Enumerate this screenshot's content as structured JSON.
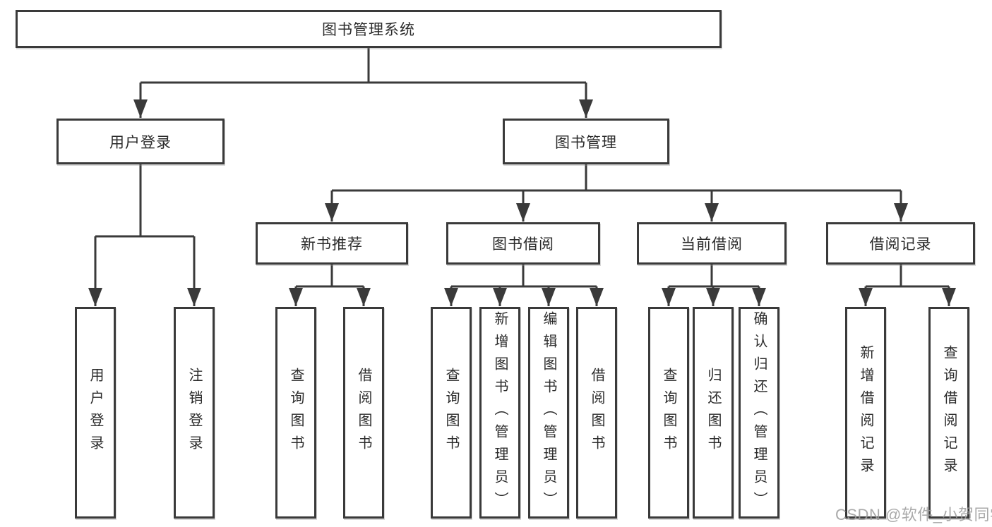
{
  "tree": {
    "root": {
      "label": "图书管理系统",
      "children": [
        {
          "label": "用户登录",
          "children": [
            {
              "label": "用户登录"
            },
            {
              "label": "注销登录"
            }
          ]
        },
        {
          "label": "图书管理",
          "children": [
            {
              "label": "新书推荐",
              "children": [
                {
                  "label": "查询图书"
                },
                {
                  "label": "借阅图书"
                }
              ]
            },
            {
              "label": "图书借阅",
              "children": [
                {
                  "label": "查询图书"
                },
                {
                  "label": "新增图书（管理员）"
                },
                {
                  "label": "编辑图书（管理员）"
                },
                {
                  "label": "借阅图书"
                }
              ]
            },
            {
              "label": "当前借阅",
              "children": [
                {
                  "label": "查询图书"
                },
                {
                  "label": "归还图书"
                },
                {
                  "label": "确认归还（管理员）"
                }
              ]
            },
            {
              "label": "借阅记录",
              "children": [
                {
                  "label": "新增借阅记录"
                },
                {
                  "label": "查询借阅记录"
                }
              ]
            }
          ]
        }
      ]
    }
  },
  "watermark": {
    "text": "CSDN @软件_小贺同学"
  },
  "colors": {
    "line_color": "#3a3a3a",
    "box_border": "#3a3a3a",
    "text_color": "#2b2b2b",
    "watermark_color": "#9e9e9e",
    "bg": "#ffffff"
  }
}
